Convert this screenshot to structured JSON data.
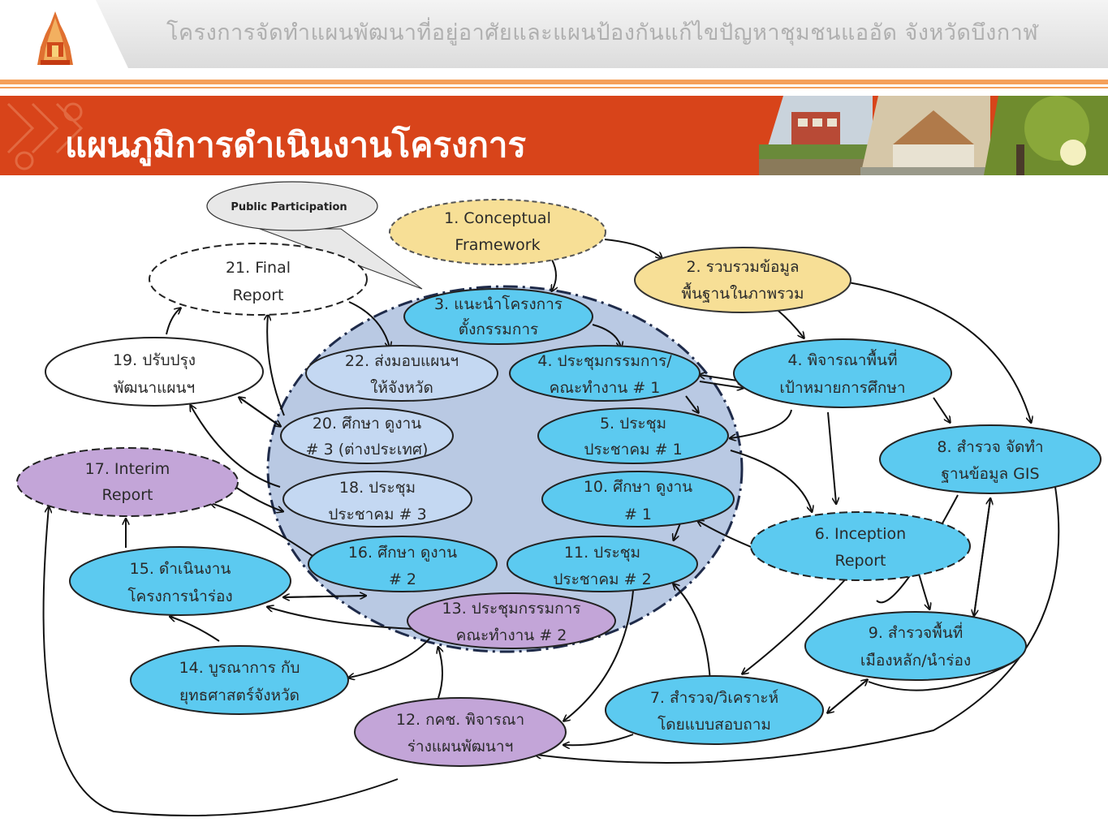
{
  "header": {
    "project_title": "โครงการจัดทำแผนพัฒนาที่อยู่อาศัยและแผนป้องกันแก้ไขปัญหาชุมชนแออัด  จังหวัดบึงกาฬ",
    "page_title": "แผนภูมิการดำเนินงานโครงการ"
  },
  "colors": {
    "accent": "#d8441a",
    "stripe": "#f5a05a",
    "blue_node": "#5ccaf0",
    "light_blue_node": "#c4d8f2",
    "yellow_node": "#f7df96",
    "purple_node": "#c3a5d8",
    "big_circle": "#b9c9e3"
  },
  "callout": {
    "text": "Public Participation"
  },
  "nodes": {
    "n1": {
      "line1": "1. Conceptual",
      "line2": "Framework"
    },
    "n2": {
      "line1": "2. รวบรวมข้อมูล",
      "line2": "พื้นฐานในภาพรวม"
    },
    "n3": {
      "line1": "3. แนะนำโครงการ",
      "line2": "ตั้งกรรมการ"
    },
    "n4a": {
      "line1": "4. ประชุมกรรมการ/",
      "line2": "คณะทำงาน # 1"
    },
    "n4b": {
      "line1": "4. พิจารณาพื้นที่",
      "line2": "เป้าหมายการศึกษา"
    },
    "n5": {
      "line1": "5. ประชุม",
      "line2": "ประชาคม # 1"
    },
    "n6": {
      "line1": "6. Inception",
      "line2": "Report"
    },
    "n7": {
      "line1": "7. สำรวจ/วิเคราะห์",
      "line2": "โดยแบบสอบถาม"
    },
    "n8": {
      "line1": "8. สำรวจ จัดทำ",
      "line2": "ฐานข้อมูล GIS"
    },
    "n9": {
      "line1": "9. สำรวจพื้นที่",
      "line2": "เมืองหลัก/นำร่อง"
    },
    "n10": {
      "line1": "10. ศึกษา ดูงาน",
      "line2": "# 1"
    },
    "n11": {
      "line1": "11. ประชุม",
      "line2": "ประชาคม # 2"
    },
    "n12": {
      "line1": "12. กคช. พิจารณา",
      "line2": "ร่างแผนพัฒนาฯ"
    },
    "n13": {
      "line1": "13. ประชุมกรรมการ",
      "line2": "คณะทำงาน # 2"
    },
    "n14": {
      "line1": "14. บูรณาการ กับ",
      "line2": "ยุทธศาสตร์จังหวัด"
    },
    "n15": {
      "line1": "15. ดำเนินงาน",
      "line2": "โครงการนำร่อง"
    },
    "n16": {
      "line1": "16. ศึกษา ดูงาน",
      "line2": "# 2"
    },
    "n17": {
      "line1": "17. Interim",
      "line2": "Report"
    },
    "n18": {
      "line1": "18. ประชุม",
      "line2": "ประชาคม # 3"
    },
    "n19": {
      "line1": "19. ปรับปรุง",
      "line2": "พัฒนาแผนฯ"
    },
    "n20": {
      "line1": "20. ศึกษา ดูงาน",
      "line2": "# 3 (ต่างประเทศ)"
    },
    "n21": {
      "line1": "21. Final",
      "line2": "Report"
    },
    "n22": {
      "line1": "22. ส่งมอบแผนฯ",
      "line2": "ให้จังหวัด"
    }
  }
}
